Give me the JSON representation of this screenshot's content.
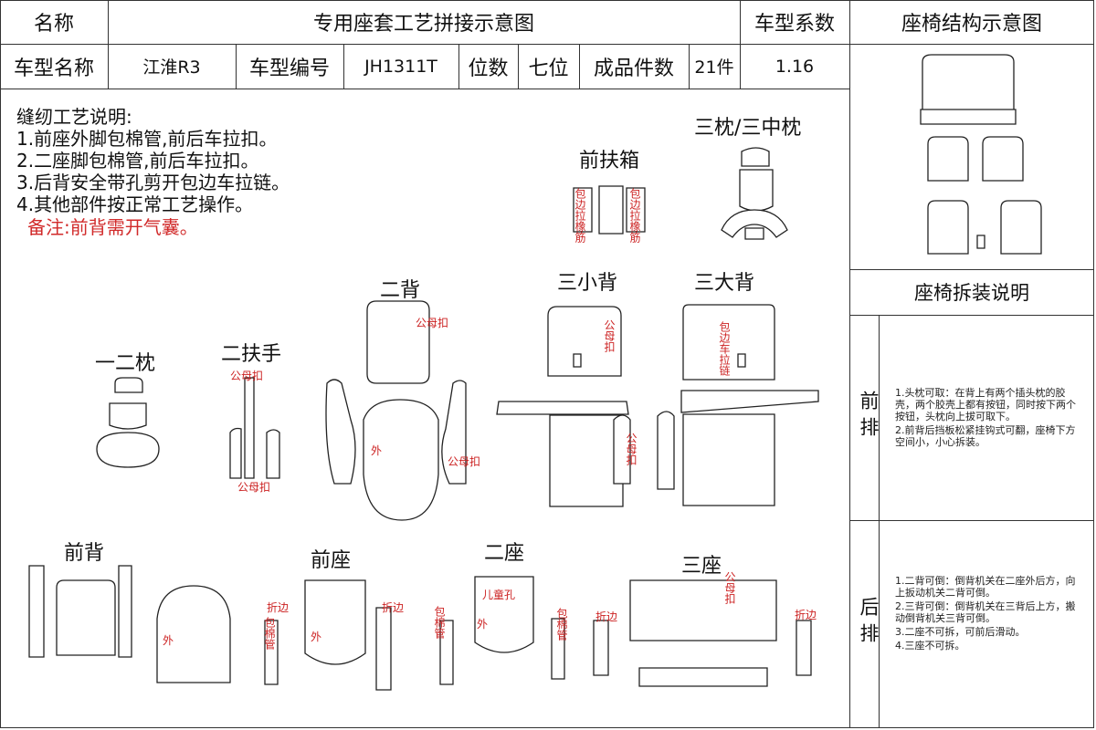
{
  "header": {
    "name_label": "名称",
    "title": "专用座套工艺拼接示意图",
    "coef_label": "车型系数",
    "struct_label": "座椅结构示意图",
    "model_name_label": "车型名称",
    "model_name": "江淮R3",
    "model_code_label": "车型编号",
    "model_code": "JH1311T",
    "seats_label": "位数",
    "seats": "七位",
    "pieces_label": "成品件数",
    "pieces": "21件",
    "coef": "1.16"
  },
  "instructions": {
    "heading": "缝纫工艺说明:",
    "items": [
      "1.前座外脚包棉管,前后车拉扣。",
      "2.二座脚包棉管,前后车拉扣。",
      "3.后背安全带孔剪开包边车拉链。",
      "4.其他部件按正常工艺操作。"
    ],
    "remark": "备注:前背需开气囊。"
  },
  "groups": {
    "front_armrest_box": "前扶箱",
    "third_headrest": "三枕/三中枕",
    "second_back": "二背",
    "third_small_back": "三小背",
    "third_big_back": "三大背",
    "headrest_12": "一二枕",
    "second_armrest": "二扶手",
    "front_back": "前背",
    "front_seat": "前座",
    "second_seat": "二座",
    "third_seat": "三座"
  },
  "piece_labels": {
    "binding_elastic": "包边拉橡筋",
    "snap": "公母扣",
    "outer": "外",
    "binding_zip": "包边车拉链",
    "fold": "折边",
    "wrap_tube": "包棉管",
    "child_hole": "儿童孔"
  },
  "side": {
    "disassembly_title": "座椅拆装说明",
    "front_row": "前排",
    "rear_row": "后排",
    "front_notes": [
      "1.头枕可取：在背上有两个插头枕的胶壳，两个胶壳上都有按钮，同时按下两个按钮，头枕向上拔可取下。",
      "2.前背后挡板松紧挂钩式可翻，座椅下方空间小，小心拆装。"
    ],
    "rear_notes": [
      "1.二背可倒：倒背机关在二座外后方，向上扳动机关二背可倒。",
      "2.三背可倒：倒背机关在三背后上方，搬动倒背机关三背可倒。",
      "3.二座不可拆，可前后滑动。",
      "4.三座不可拆。"
    ]
  }
}
